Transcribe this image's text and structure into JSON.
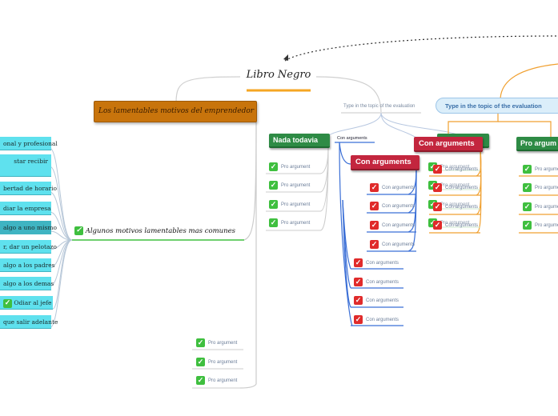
{
  "root": {
    "title": "Libro Negro"
  },
  "main_topic": {
    "label": "Los lamentables motivos del emprendedor"
  },
  "eval_topic_small": {
    "label": "Type in the topic of the evaluation"
  },
  "eval_topic_big": {
    "label": "Type in the topic of the evaluation"
  },
  "sub_topic": {
    "label": "Algunos motivos lamentables mas comunes"
  },
  "left_items": [
    "onal y profesional",
    "star recibir",
    "bertad de horario",
    "diar la empresa",
    "algo a uno mismo",
    "r, dar un pelotazo",
    "algo a los padres",
    "algo a los demas",
    "Odiar al jefe",
    "que salir adelante"
  ],
  "nada_todavia": {
    "label": "Nada todavia"
  },
  "con_arguments_label": {
    "label": "Con arguments"
  },
  "con_arguments_box_1": {
    "label": "Con arguments"
  },
  "con_arguments_box_2": {
    "label": "Con arguments"
  },
  "pro_arguments_box": {
    "label": "Pro argum"
  },
  "pro_argument": "Pro argument",
  "con_argument": "Con arguments",
  "colors": {
    "green": "#2e8b45",
    "red": "#c3263e",
    "orange": "#c8740c",
    "cyan": "#5fe1ee",
    "blue_line": "#3b6fd6",
    "orange_line": "#f0a030"
  }
}
